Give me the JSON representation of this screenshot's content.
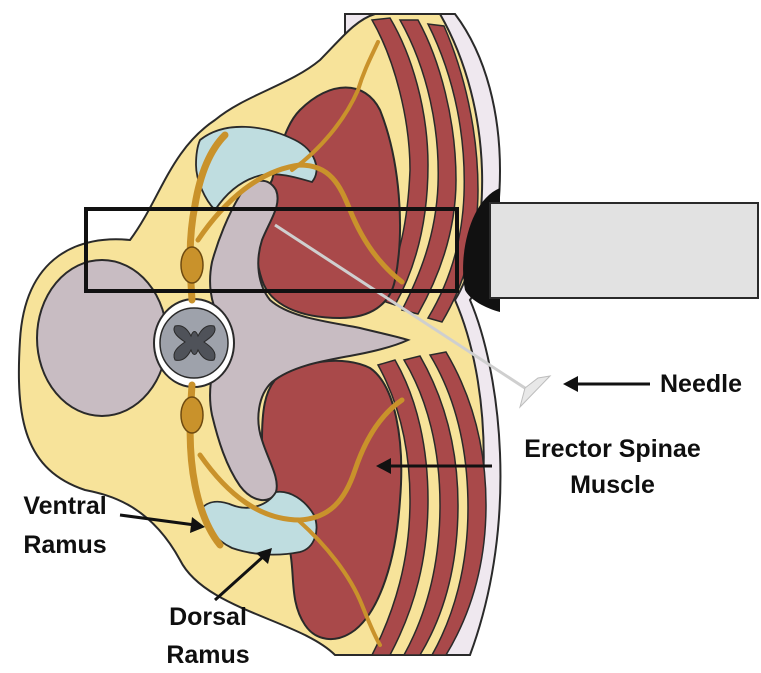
{
  "labels": {
    "needle": "Needle",
    "erector_line1": "Erector Spinae",
    "erector_line2": "Muscle",
    "ventral_line1": "Ventral",
    "ventral_line2": "Ramus",
    "dorsal_line1": "Dorsal",
    "dorsal_line2": "Ramus"
  },
  "colors": {
    "fat": "#f7e39a",
    "fat_outline": "#2a2a2a",
    "skin": "#efe8ef",
    "muscle": "#a9494a",
    "fascia": "#e9d9a6",
    "bone": "#c8bcc2",
    "cartilage": "#bfdde0",
    "nerve": "#c9922b",
    "spinal_cord": "#9ea2ab",
    "probe": "#e2e2e2",
    "probe_face": "#111111",
    "needle_path": "#c9c9c9"
  }
}
